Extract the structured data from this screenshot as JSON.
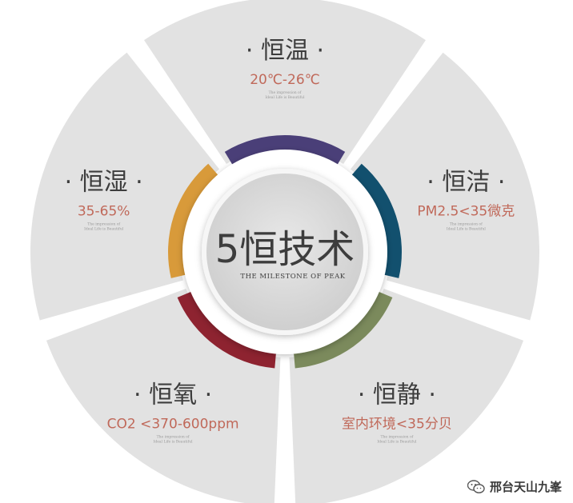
{
  "center": {
    "title": "5恒技术",
    "subtitle": "THE MILESTONE OF PEAK"
  },
  "segments": [
    {
      "key": "temperature",
      "title": "恒温",
      "value": "20℃-26℃",
      "tagline_1": "The impression of",
      "tagline_2": "Ideal Life is Beautiful",
      "ring_color": "#4a3f78"
    },
    {
      "key": "clean",
      "title": "恒洁",
      "value": "PM2.5<35微克",
      "tagline_1": "The impression of",
      "tagline_2": "Ideal Life is Beautiful",
      "ring_color": "#12506e"
    },
    {
      "key": "quiet",
      "title": "恒静",
      "value": "室内环境<35分贝",
      "tagline_1": "The impression of",
      "tagline_2": "Ideal Life is Beautiful",
      "ring_color": "#7b8a5c"
    },
    {
      "key": "oxygen",
      "title": "恒氧",
      "value": "CO2 <370-600ppm",
      "tagline_1": "The impression of",
      "tagline_2": "Ideal Life is Beautiful",
      "ring_color": "#8e2330"
    },
    {
      "key": "humidity",
      "title": "恒湿",
      "value": "35-65%",
      "tagline_1": "The impression of",
      "tagline_2": "Ideal Life is Beautiful",
      "ring_color": "#d89a3a"
    }
  ],
  "colors": {
    "sector": "#e2e2e2",
    "title_text": "#3d3d3d",
    "value_text": "#c0695a",
    "center_text": "#3d3d3d"
  },
  "watermark": {
    "text": "邢台天山九峯",
    "icon": "wechat-icon"
  }
}
